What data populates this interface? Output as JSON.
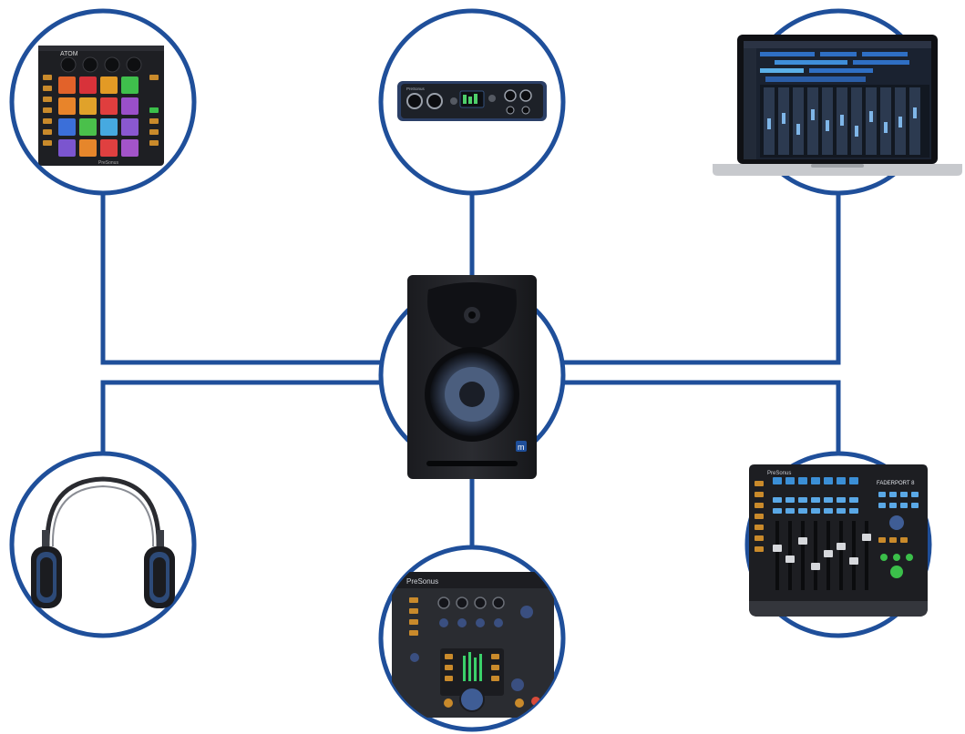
{
  "diagram": {
    "accent_color": "#1f4f9a",
    "center": {
      "name": "studio-monitor-speaker",
      "icon": "speaker-icon"
    },
    "nodes": [
      {
        "id": "pad-controller",
        "icon": "pad-controller-icon",
        "logo_text": "ATOM",
        "brand_text": "PreSonus"
      },
      {
        "id": "audio-interface",
        "icon": "audio-interface-icon",
        "brand_text": "PreSonus"
      },
      {
        "id": "laptop-daw",
        "icon": "laptop-icon"
      },
      {
        "id": "headphones",
        "icon": "headphones-icon"
      },
      {
        "id": "monitor-controller",
        "icon": "monitor-controller-icon",
        "brand_text": "PreSonus"
      },
      {
        "id": "faderport-control-surface",
        "icon": "fader-controller-icon",
        "brand_text": "PreSonus",
        "model_text": "FADERPORT 8"
      }
    ]
  }
}
